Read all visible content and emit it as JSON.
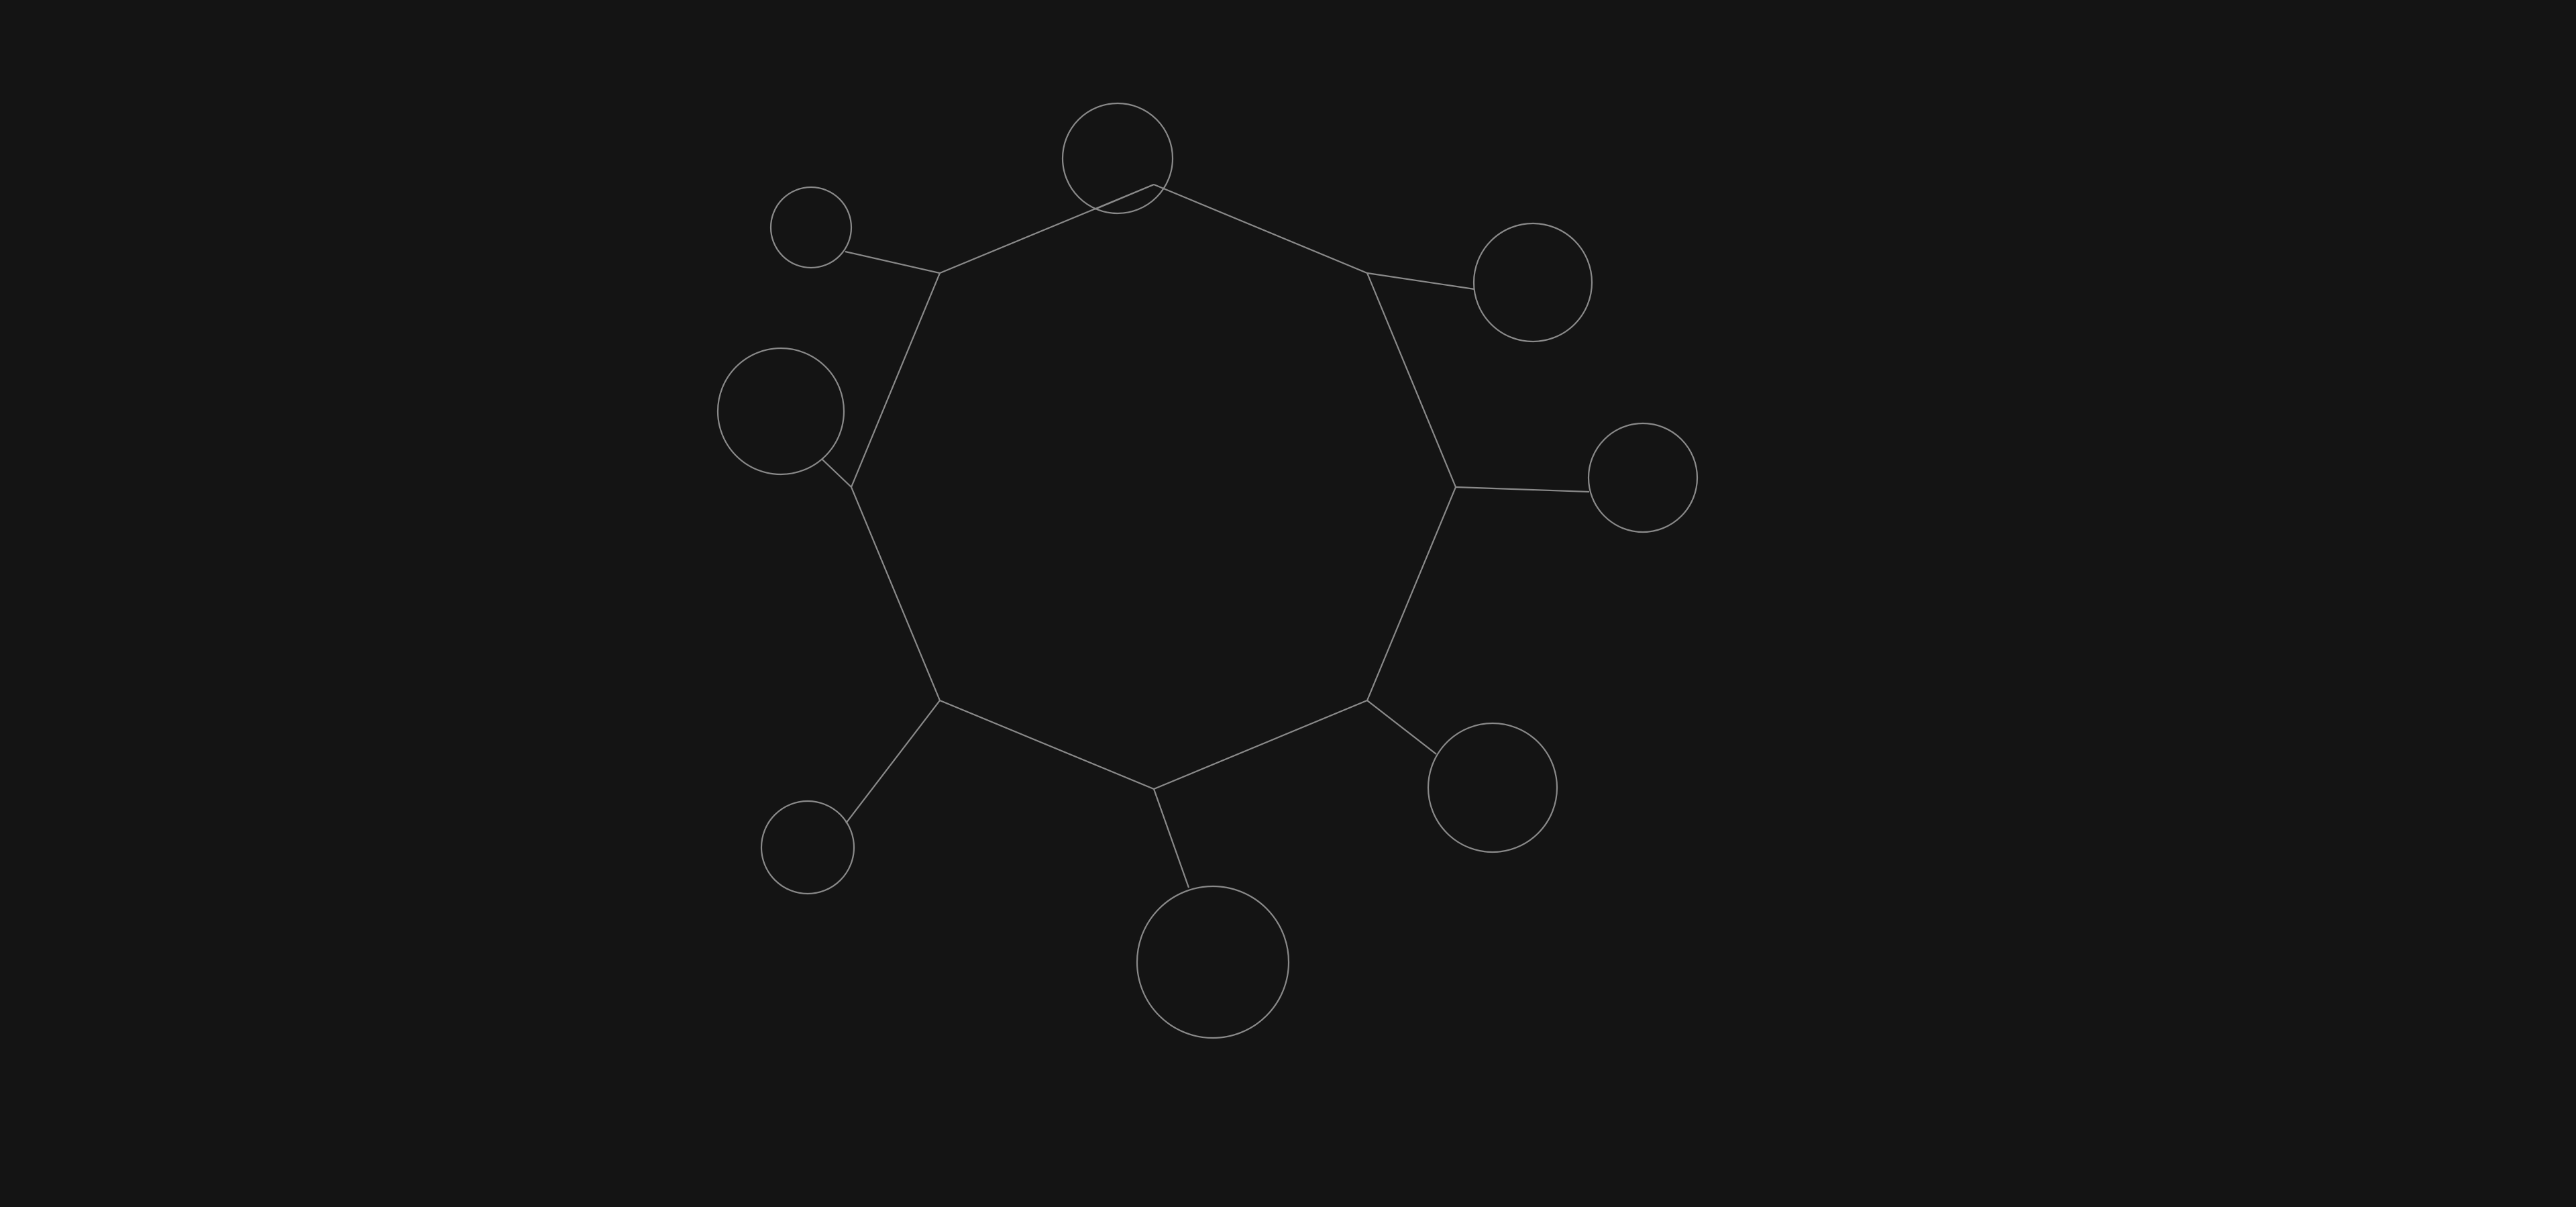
{
  "diagram": {
    "kind": "ring-with-satellites",
    "background_color": "#141414",
    "stroke_color": "#8a8a8a",
    "ring": {
      "vertex_count": 8
    },
    "satellite_count": 8
  }
}
